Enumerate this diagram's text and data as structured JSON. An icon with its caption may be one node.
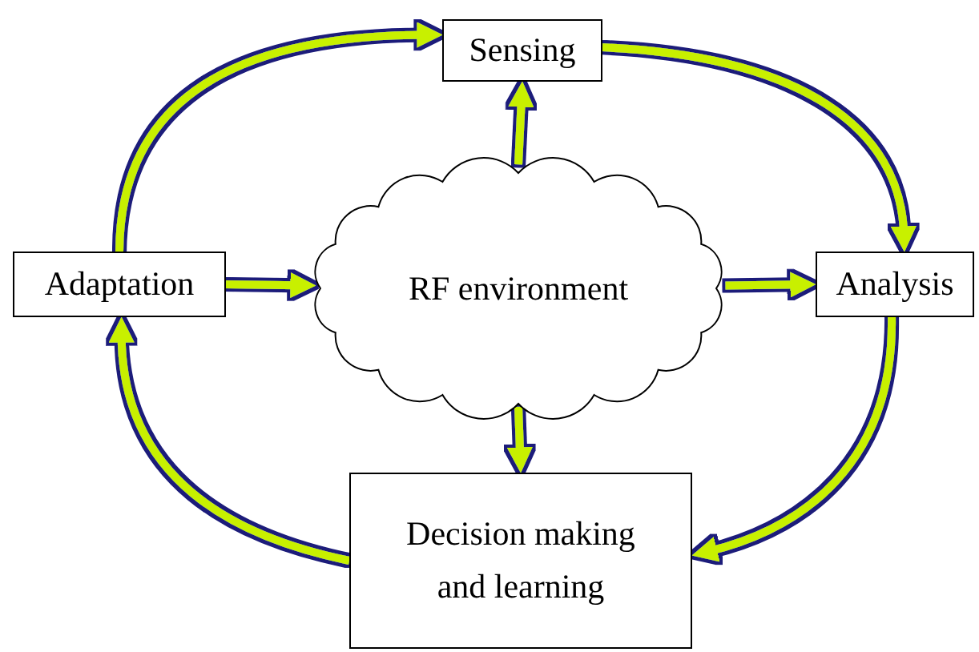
{
  "diagram": {
    "nodes": [
      {
        "text": [
          "Sensing"
        ]
      },
      {
        "text": [
          "Adaptation"
        ]
      },
      {
        "text": [
          "RF environment"
        ]
      },
      {
        "text": [
          "Analysis"
        ]
      },
      {
        "text": [
          "Decision making and learning"
        ]
      }
    ],
    "edges": [
      {
        "from": 1,
        "to": 0,
        "arrow": "to"
      },
      {
        "from": 0,
        "to": 3,
        "arrow": "to"
      },
      {
        "from": 3,
        "to": 4,
        "arrow": "to"
      },
      {
        "from": 4,
        "to": 1,
        "arrow": "to"
      },
      {
        "from": 2,
        "to": 0,
        "arrow": "to"
      },
      {
        "from": 1,
        "to": 2,
        "arrow": "to"
      },
      {
        "from": 2,
        "to": 3,
        "arrow": "to"
      },
      {
        "from": 2,
        "to": 4,
        "arrow": "to"
      }
    ]
  }
}
